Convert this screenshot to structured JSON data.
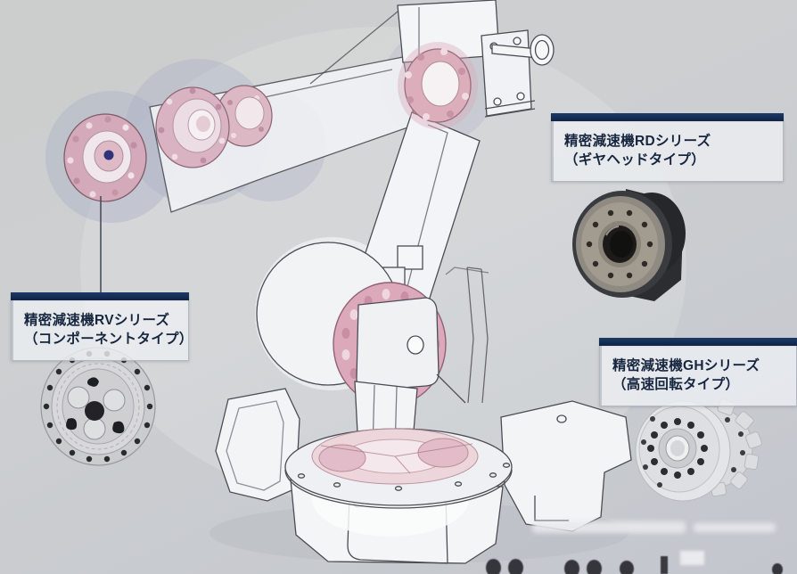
{
  "callouts": {
    "rv": {
      "title": "精密減速機RVシリーズ",
      "subtitle": "（コンポーネントタイプ）"
    },
    "rd": {
      "title": "精密減速機RDシリーズ",
      "subtitle": "（ギヤヘッドタイプ）"
    },
    "gh": {
      "title": "精密減速機GHシリーズ",
      "subtitle": "（高速回転タイプ）"
    }
  },
  "images": {
    "robot": "industrial-robot-wireframe-illustration",
    "rv_photo": "rv-reducer-component-photo",
    "rd_photo": "rd-reducer-gearhead-photo",
    "gh_photo": "gh-reducer-highspeed-photo"
  },
  "colors": {
    "background": "#cbcdd0",
    "callout_bar": "#122a4d",
    "callout_text": "#17263f",
    "gear_highlight_pink": "#d9a8b8",
    "halo_blue_gray": "#a8aec6"
  }
}
